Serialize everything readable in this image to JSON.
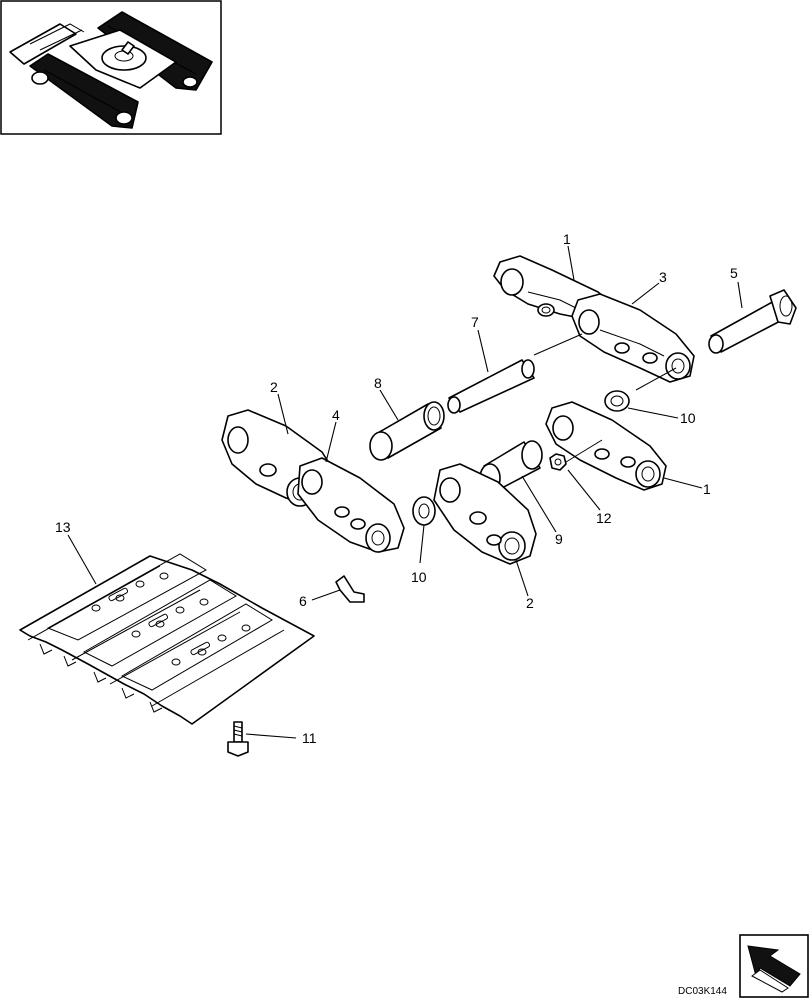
{
  "callouts": [
    {
      "id": "c1a",
      "label": "1"
    },
    {
      "id": "c3",
      "label": "3"
    },
    {
      "id": "c5",
      "label": "5"
    },
    {
      "id": "c7",
      "label": "7"
    },
    {
      "id": "c8",
      "label": "8"
    },
    {
      "id": "c10a",
      "label": "10"
    },
    {
      "id": "c2a",
      "label": "2"
    },
    {
      "id": "c4",
      "label": "4"
    },
    {
      "id": "c1b",
      "label": "1"
    },
    {
      "id": "c12",
      "label": "12"
    },
    {
      "id": "c9",
      "label": "9"
    },
    {
      "id": "c13",
      "label": "13"
    },
    {
      "id": "c10b",
      "label": "10"
    },
    {
      "id": "c6",
      "label": "6"
    },
    {
      "id": "c2b",
      "label": "2"
    },
    {
      "id": "c11",
      "label": "11"
    }
  ],
  "figure_id": "DC03K144",
  "icons": {
    "thumbnail": "excavator-undercarriage-thumbnail",
    "nav": "next-page-arrow-icon"
  }
}
